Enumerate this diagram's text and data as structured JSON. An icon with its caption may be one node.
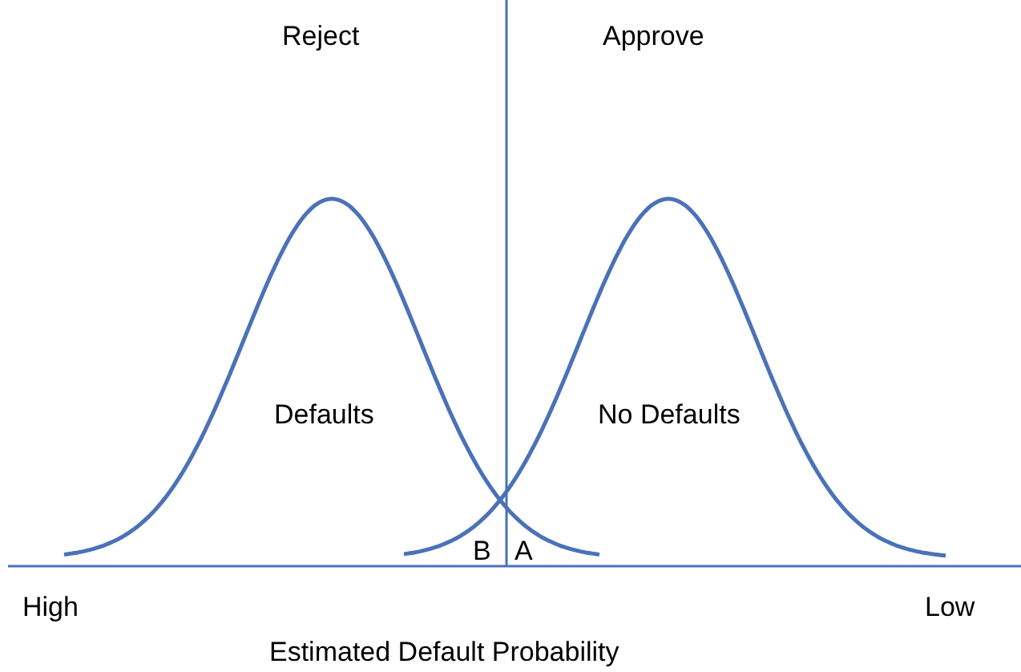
{
  "diagram": {
    "labels": [
      "Reject",
      "Approve",
      "Defaults",
      "No Defaults",
      "B",
      "A",
      "High",
      "Low",
      "Estimated Default Probability"
    ]
  }
}
